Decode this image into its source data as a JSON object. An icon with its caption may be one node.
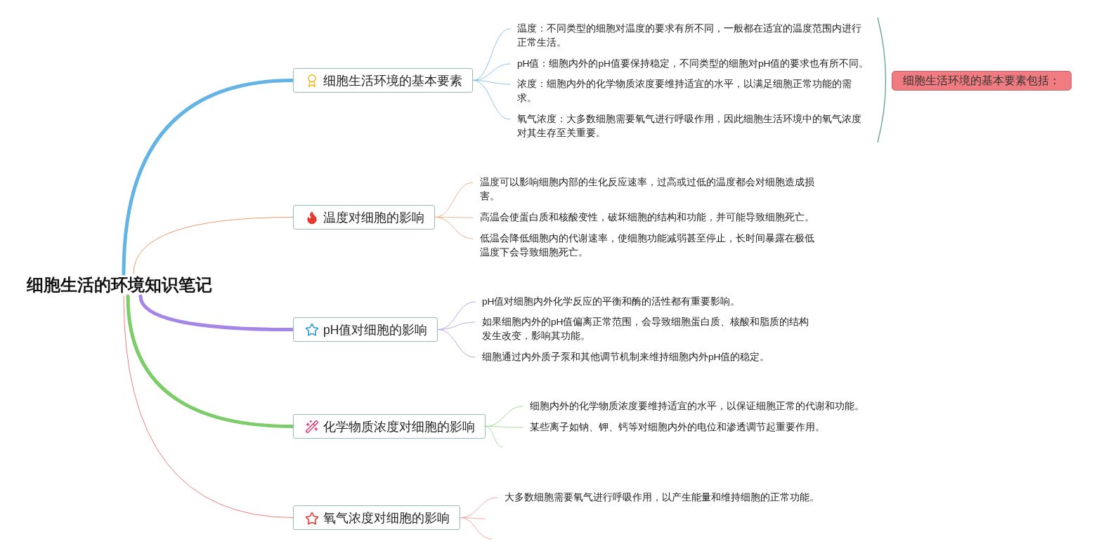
{
  "diagram": {
    "nodes": [
      {
        "text": [
          "细胞生活的环境知识笔记"
        ]
      },
      {
        "text": [
          "细胞生活环境的基本要素"
        ]
      },
      {
        "text": [
          "温度：不同类型的细胞对温度的要求有所不同，一般都在适宜的温度范围内进行正常生活。"
        ]
      },
      {
        "text": [
          "pH值：细胞内外的pH值要保持稳定，不同类型的细胞对pH值的要求也有所不同。"
        ]
      },
      {
        "text": [
          "浓度：细胞内外的化学物质浓度要维持适宜的水平，以满足细胞正常功能的需求。"
        ]
      },
      {
        "text": [
          "氧气浓度：大多数细胞需要氧气进行呼吸作用，因此细胞生活环境中的氧气浓度对其生存至关重要。"
        ]
      },
      {
        "text": [
          "温度对细胞的影响"
        ]
      },
      {
        "text": [
          "温度可以影响细胞内部的生化反应速率，过高或过低的温度都会对细胞造成损害。"
        ]
      },
      {
        "text": [
          "高温会使蛋白质和核酸变性，破坏细胞的结构和功能，并可能导致细胞死亡。"
        ]
      },
      {
        "text": [
          "低温会降低细胞内的代谢速率，使细胞功能减弱甚至停止，长时间暴露在极低温度下会导致细胞死亡。"
        ]
      },
      {
        "text": [
          "pH值对细胞的影响"
        ]
      },
      {
        "text": [
          "pH值对细胞内外化学反应的平衡和酶的活性都有重要影响。"
        ]
      },
      {
        "text": [
          "如果细胞内外的pH值偏离正常范围，会导致细胞蛋白质、核酸和脂质的结构发生改变，影响其功能。"
        ]
      },
      {
        "text": [
          "细胞通过内外质子泵和其他调节机制来维持细胞内外pH值的稳定。"
        ]
      },
      {
        "text": [
          "化学物质浓度对细胞的影响"
        ]
      },
      {
        "text": [
          "细胞内外的化学物质浓度要维持适宜的水平，以保证细胞正常的代谢和功能。"
        ]
      },
      {
        "text": [
          "某些离子如钠、钾、钙等对细胞内外的电位和渗透调节起重要作用。"
        ]
      },
      {
        "text": [
          "氧气浓度对细胞的影响"
        ]
      },
      {
        "text": [
          "大多数细胞需要氧气进行呼吸作用，以产生能量和维持细胞的正常功能。"
        ]
      },
      {
        "text": [
          "细胞生活环境的基本要素包括："
        ]
      }
    ],
    "edges": [
      {
        "from": 0,
        "to": 1,
        "arrow": "none",
        "style": "thick",
        "color": "#62b4e6"
      },
      {
        "from": 0,
        "to": 6,
        "arrow": "none",
        "color": "#f09a66"
      },
      {
        "from": 0,
        "to": 10,
        "arrow": "none",
        "style": "thick",
        "color": "#a585e6"
      },
      {
        "from": 0,
        "to": 14,
        "arrow": "none",
        "style": "thick",
        "color": "#7ccd6a"
      },
      {
        "from": 0,
        "to": 17,
        "arrow": "none",
        "color": "#ee7f7a"
      },
      {
        "from": 1,
        "to": 2,
        "arrow": "none",
        "color": "#8cc4ea"
      },
      {
        "from": 1,
        "to": 3,
        "arrow": "none",
        "color": "#8cc4ea"
      },
      {
        "from": 1,
        "to": 4,
        "arrow": "none",
        "color": "#8cc4ea"
      },
      {
        "from": 1,
        "to": 5,
        "arrow": "none",
        "color": "#8cc4ea"
      },
      {
        "from": 6,
        "to": 7,
        "arrow": "none",
        "color": "#f3b48c"
      },
      {
        "from": 6,
        "to": 8,
        "arrow": "none",
        "color": "#f3b48c"
      },
      {
        "from": 6,
        "to": 9,
        "arrow": "none",
        "color": "#f3b48c"
      },
      {
        "from": 10,
        "to": 11,
        "arrow": "none",
        "color": "#bba6ee"
      },
      {
        "from": 10,
        "to": 12,
        "arrow": "none",
        "color": "#bba6ee"
      },
      {
        "from": 10,
        "to": 13,
        "arrow": "none",
        "color": "#bba6ee"
      },
      {
        "from": 14,
        "to": 15,
        "arrow": "none",
        "color": "#a6dc96"
      },
      {
        "from": 14,
        "to": 16,
        "arrow": "none",
        "color": "#a6dc96"
      },
      {
        "from": 14,
        "to": null,
        "arrow": "none",
        "color": "#a6dc96"
      },
      {
        "from": 17,
        "to": 18,
        "arrow": "none",
        "color": "#f2a6a2"
      },
      {
        "from": 17,
        "to": null,
        "arrow": "none",
        "color": "#f2a6a2"
      },
      {
        "from": 17,
        "to": null,
        "arrow": "none",
        "color": "#f2a6a2"
      }
    ]
  }
}
